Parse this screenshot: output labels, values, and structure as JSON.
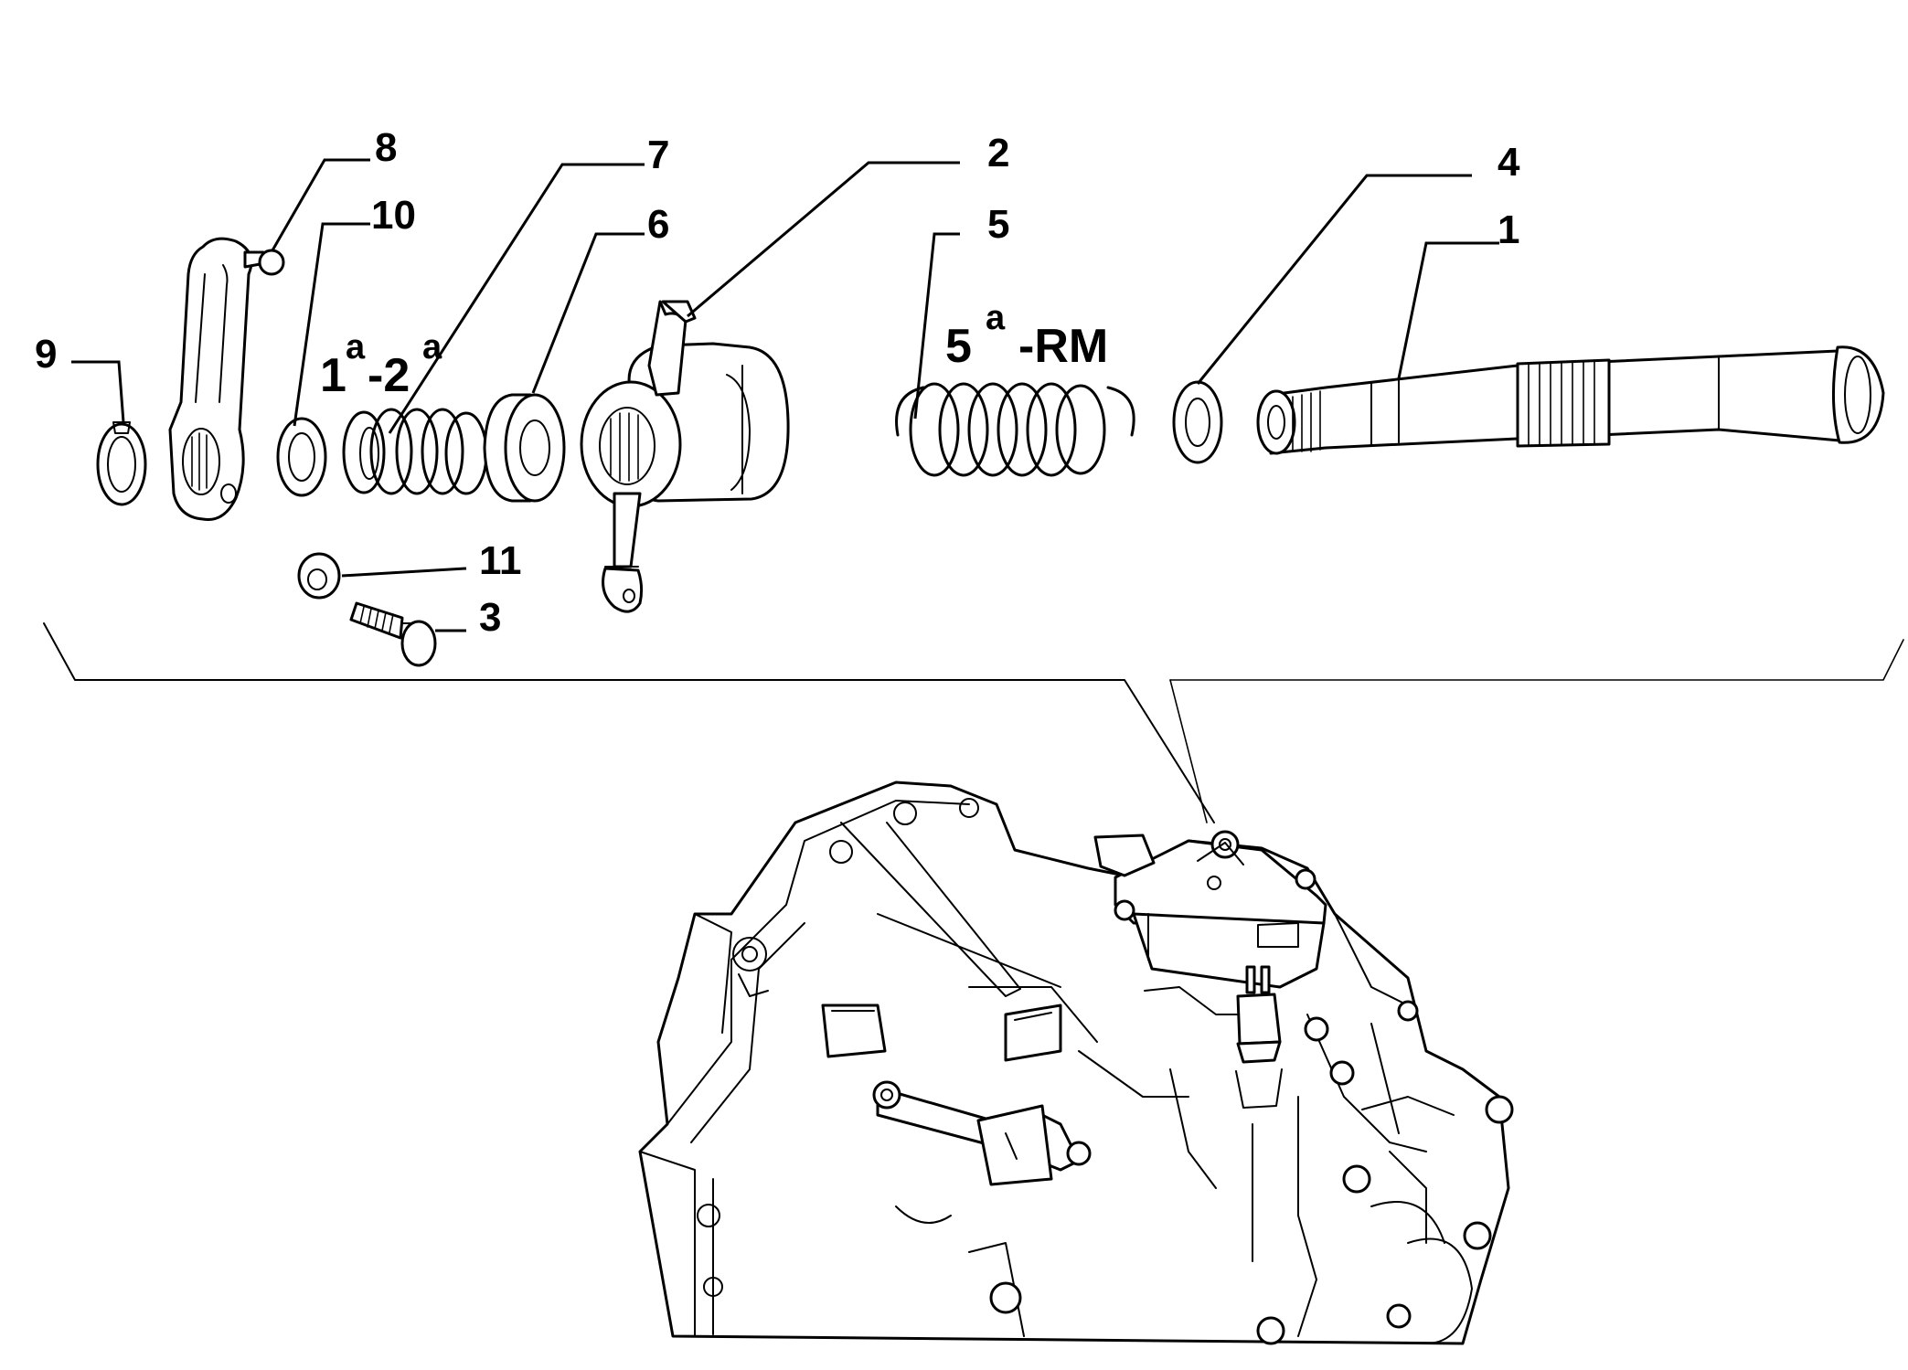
{
  "callouts": {
    "c1": "1",
    "c2": "2",
    "c3": "3",
    "c4": "4",
    "c5": "5",
    "c6": "6",
    "c7": "7",
    "c8": "8",
    "c9": "9",
    "c10": "10",
    "c11": "11"
  },
  "gear_labels": {
    "first_second": {
      "first": "1",
      "sup_first": "a",
      "second": "-2",
      "sup_second": "a"
    },
    "fifth_reverse": {
      "fifth": "5",
      "sup": "a",
      "suffix": "-RM"
    }
  }
}
